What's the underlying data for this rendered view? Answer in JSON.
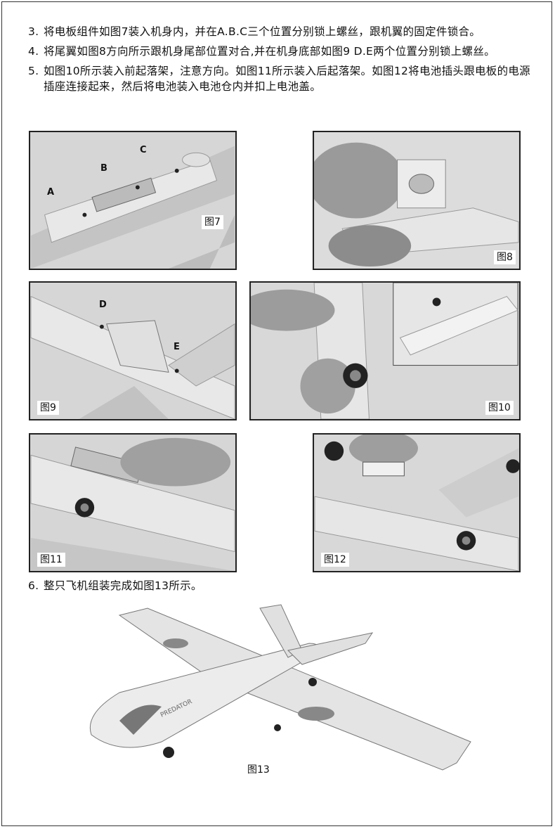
{
  "steps": [
    {
      "num": "3.",
      "text": "将电板组件如图7装入机身内，并在A.B.C三个位置分别锁上螺丝，跟机翼的固定件锁合。"
    },
    {
      "num": "4.",
      "text": "将尾翼如图8方向所示跟机身尾部位置对合,并在机身底部如图9 D.E两个位置分别锁上螺丝。"
    },
    {
      "num": "5.",
      "text": "如图10所示装入前起落架，注意方向。如图11所示装入后起落架。如图12将电池插头跟电板的电源插座连接起来，然后将电池装入电池仓内并扣上电池盖。"
    },
    {
      "num": "6.",
      "text": "整只飞机组装完成如图13所示。"
    }
  ],
  "figures": {
    "fig7": {
      "caption": "图7",
      "points": [
        "A",
        "B",
        "C"
      ]
    },
    "fig8": {
      "caption": "图8"
    },
    "fig9": {
      "caption": "图9",
      "points": [
        "D",
        "E"
      ]
    },
    "fig10": {
      "caption": "图10"
    },
    "fig11": {
      "caption": "图11"
    },
    "fig12": {
      "caption": "图12"
    },
    "fig13": {
      "caption": "图13",
      "plane_text": "PREDATOR"
    }
  }
}
